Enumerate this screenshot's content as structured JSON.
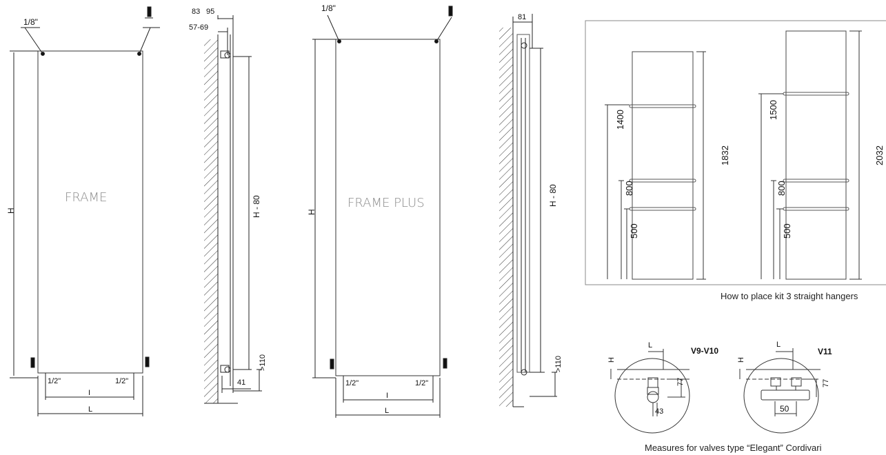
{
  "frame": {
    "product_label": "FRAME",
    "height_label": "H",
    "pipe_top": "1/8\"",
    "pipe_left": "1/2\"",
    "pipe_right": "1/2\"",
    "interaxis_label": "I",
    "width_label": "L"
  },
  "frame_side": {
    "depth_top": "83",
    "depth_top2": "95",
    "bracket_range": "57-69",
    "inner_height": "H - 80",
    "floor_clearance": ">110",
    "valve_offset": "41"
  },
  "frame_plus": {
    "product_label": "FRAME PLUS",
    "height_label": "H",
    "pipe_top": "1/8\"",
    "pipe_left": "1/2\"",
    "pipe_right": "1/2\"",
    "interaxis_label": "I",
    "width_label": "L"
  },
  "frame_plus_side": {
    "depth_top": "81",
    "inner_height": "H - 80",
    "floor_clearance": ">110"
  },
  "hangers": {
    "caption": "How to place kit 3 straight hangers",
    "left": {
      "total": "1832",
      "h1": "1400",
      "h2": "800",
      "h3": "500"
    },
    "right": {
      "total": "2032",
      "h1": "1500",
      "h2": "800",
      "h3": "500"
    }
  },
  "valves": {
    "caption": "Measures for valves type “Elegant” Cordivari",
    "v9": {
      "title": "V9-V10",
      "l": "L",
      "h": "H",
      "height": "77",
      "offset": "43"
    },
    "v11": {
      "title": "V11",
      "l": "L",
      "h": "H",
      "height": "77",
      "offset": "50"
    }
  }
}
